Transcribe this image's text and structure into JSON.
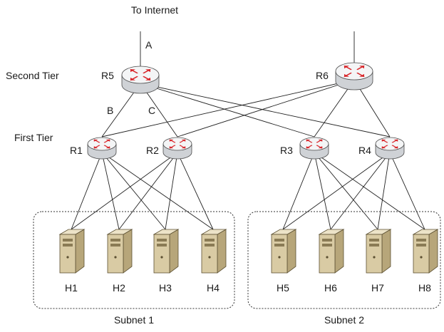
{
  "labels": {
    "internet": "To Internet",
    "second_tier": "Second Tier",
    "first_tier": "First Tier",
    "link_a": "A",
    "link_b": "B",
    "link_c": "C"
  },
  "routers": [
    {
      "id": "R5",
      "label": "R5",
      "tier": "second"
    },
    {
      "id": "R6",
      "label": "R6",
      "tier": "second"
    },
    {
      "id": "R1",
      "label": "R1",
      "tier": "first"
    },
    {
      "id": "R2",
      "label": "R2",
      "tier": "first"
    },
    {
      "id": "R3",
      "label": "R3",
      "tier": "first"
    },
    {
      "id": "R4",
      "label": "R4",
      "tier": "first"
    }
  ],
  "hosts": [
    {
      "id": "H1",
      "label": "H1",
      "subnet": "Subnet 1"
    },
    {
      "id": "H2",
      "label": "H2",
      "subnet": "Subnet 1"
    },
    {
      "id": "H3",
      "label": "H3",
      "subnet": "Subnet 1"
    },
    {
      "id": "H4",
      "label": "H4",
      "subnet": "Subnet 1"
    },
    {
      "id": "H5",
      "label": "H5",
      "subnet": "Subnet 2"
    },
    {
      "id": "H6",
      "label": "H6",
      "subnet": "Subnet 2"
    },
    {
      "id": "H7",
      "label": "H7",
      "subnet": "Subnet 2"
    },
    {
      "id": "H8",
      "label": "H8",
      "subnet": "Subnet 2"
    }
  ],
  "subnets": [
    {
      "id": "subnet-1",
      "label": "Subnet 1"
    },
    {
      "id": "subnet-2",
      "label": "Subnet 2"
    }
  ],
  "links": [
    {
      "from": "internet-1",
      "to": "R5"
    },
    {
      "from": "internet-2",
      "to": "R6"
    },
    {
      "from": "R5",
      "to": "R1"
    },
    {
      "from": "R5",
      "to": "R2"
    },
    {
      "from": "R5",
      "to": "R3"
    },
    {
      "from": "R5",
      "to": "R4"
    },
    {
      "from": "R6",
      "to": "R1"
    },
    {
      "from": "R6",
      "to": "R2"
    },
    {
      "from": "R6",
      "to": "R3"
    },
    {
      "from": "R6",
      "to": "R4"
    },
    {
      "from": "R1",
      "to": "H1"
    },
    {
      "from": "R1",
      "to": "H2"
    },
    {
      "from": "R1",
      "to": "H3"
    },
    {
      "from": "R1",
      "to": "H4"
    },
    {
      "from": "R2",
      "to": "H1"
    },
    {
      "from": "R2",
      "to": "H2"
    },
    {
      "from": "R2",
      "to": "H3"
    },
    {
      "from": "R2",
      "to": "H4"
    },
    {
      "from": "R3",
      "to": "H5"
    },
    {
      "from": "R3",
      "to": "H6"
    },
    {
      "from": "R3",
      "to": "H7"
    },
    {
      "from": "R3",
      "to": "H8"
    },
    {
      "from": "R4",
      "to": "H5"
    },
    {
      "from": "R4",
      "to": "H6"
    },
    {
      "from": "R4",
      "to": "H7"
    },
    {
      "from": "R4",
      "to": "H8"
    }
  ],
  "colors": {
    "router_body": "#cfd2d6",
    "router_top": "#f4f5f6",
    "router_arrow": "#d8262a",
    "server_front": "#d9cba4",
    "server_side": "#b7a67a"
  }
}
